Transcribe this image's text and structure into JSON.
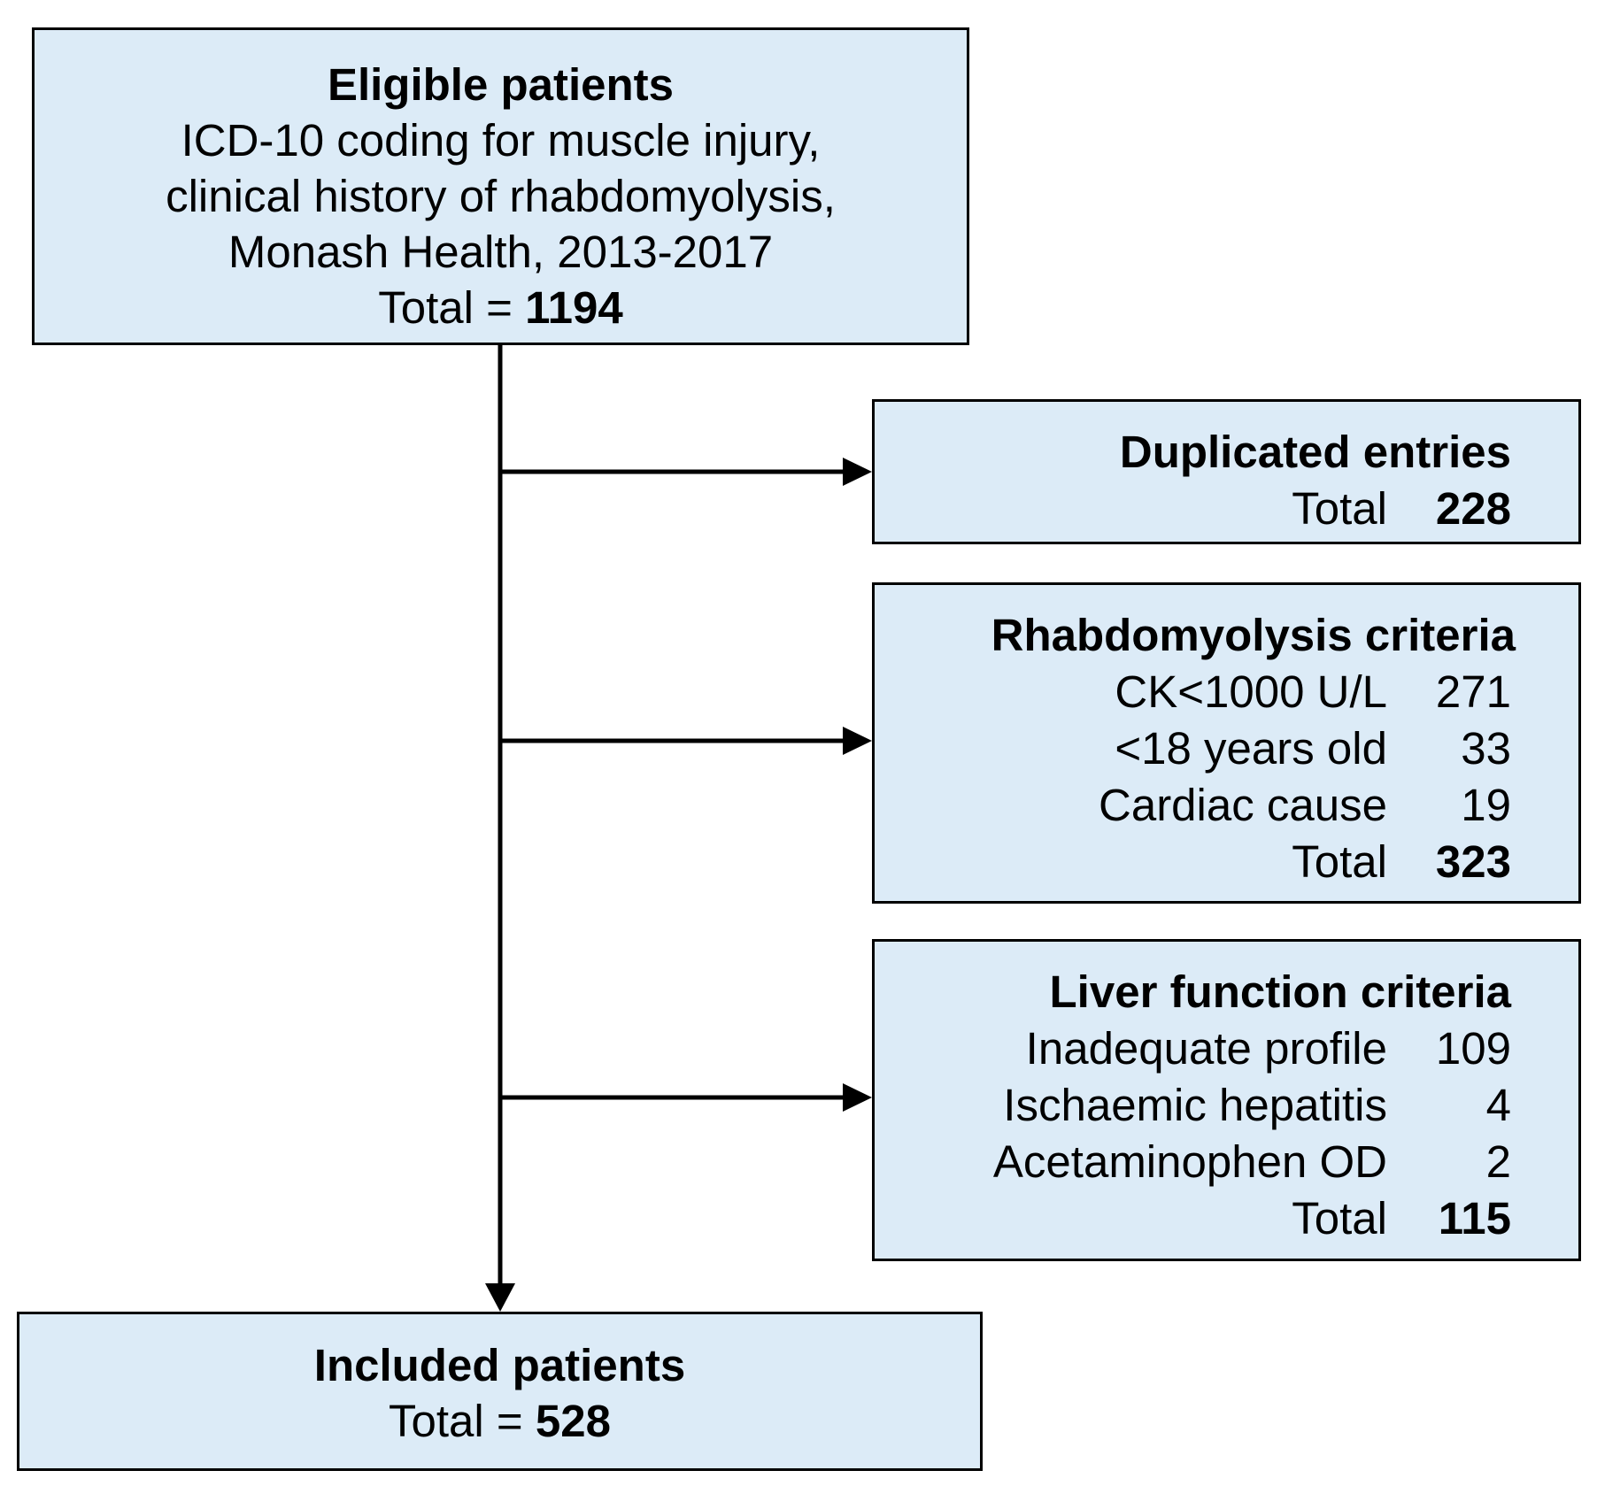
{
  "eligible": {
    "title": "Eligible patients",
    "lines": [
      "ICD-10 coding for muscle injury,",
      "clinical history of rhabdomyolysis,",
      "Monash Health, 2013-2017"
    ],
    "total_label": "Total = ",
    "total_value": "1194"
  },
  "duplicated": {
    "title": "Duplicated entries",
    "total_label": "Total",
    "total_value": "228"
  },
  "rhabdo": {
    "title": "Rhabdomyolysis criteria",
    "rows": [
      {
        "label": "CK<1000 U/L",
        "value": "271"
      },
      {
        "label": "<18 years old",
        "value": "33"
      },
      {
        "label": "Cardiac cause",
        "value": "19"
      }
    ],
    "total_label": "Total",
    "total_value": "323"
  },
  "liver": {
    "title": "Liver function criteria",
    "rows": [
      {
        "label": "Inadequate profile",
        "value": "109"
      },
      {
        "label": "Ischaemic hepatitis",
        "value": "4"
      },
      {
        "label": "Acetaminophen OD",
        "value": "2"
      }
    ],
    "total_label": "Total",
    "total_value": "115"
  },
  "included": {
    "title": "Included patients",
    "total_label": "Total = ",
    "total_value": "528"
  }
}
